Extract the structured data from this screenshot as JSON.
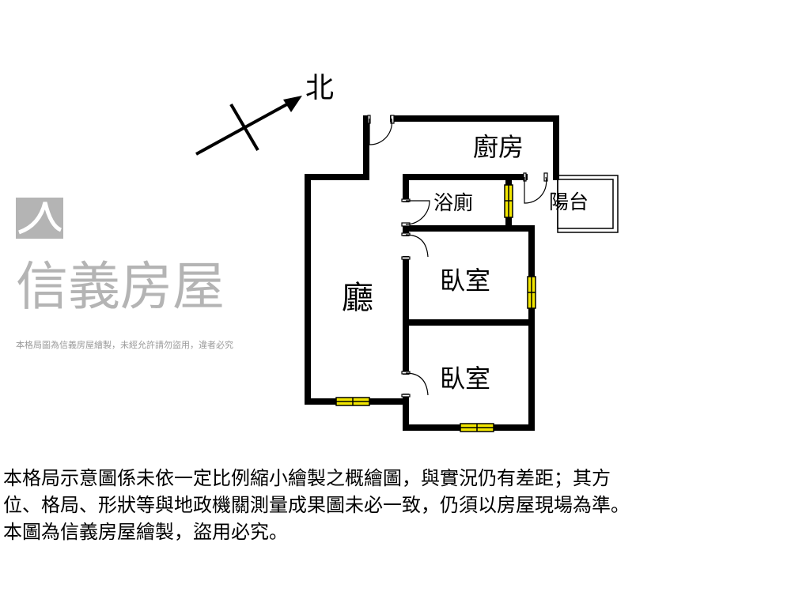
{
  "compass": {
    "label": "北"
  },
  "rooms": {
    "kitchen": "廚房",
    "bathroom": "浴廁",
    "balcony": "陽台",
    "living": "廳",
    "bedroom1": "臥室",
    "bedroom2": "臥室"
  },
  "watermark": {
    "brand": "信義房屋",
    "notice": "本格局圖為信義房屋繪製，未經允許請勿盜用，違者必究"
  },
  "disclaimer": {
    "lines": [
      "本格局示意圖係未依一定比例縮小繪製之概繪圖，與實況仍有差距；其方",
      "位、格局、形狀等與地政機關測量成果圖未必一致，仍須以房屋現場為準。",
      "本圖為信義房屋繪製，盜用必究。"
    ]
  },
  "colors": {
    "wall": "#000000",
    "window": "#f2e600",
    "watermark": "#8c8c8c"
  }
}
